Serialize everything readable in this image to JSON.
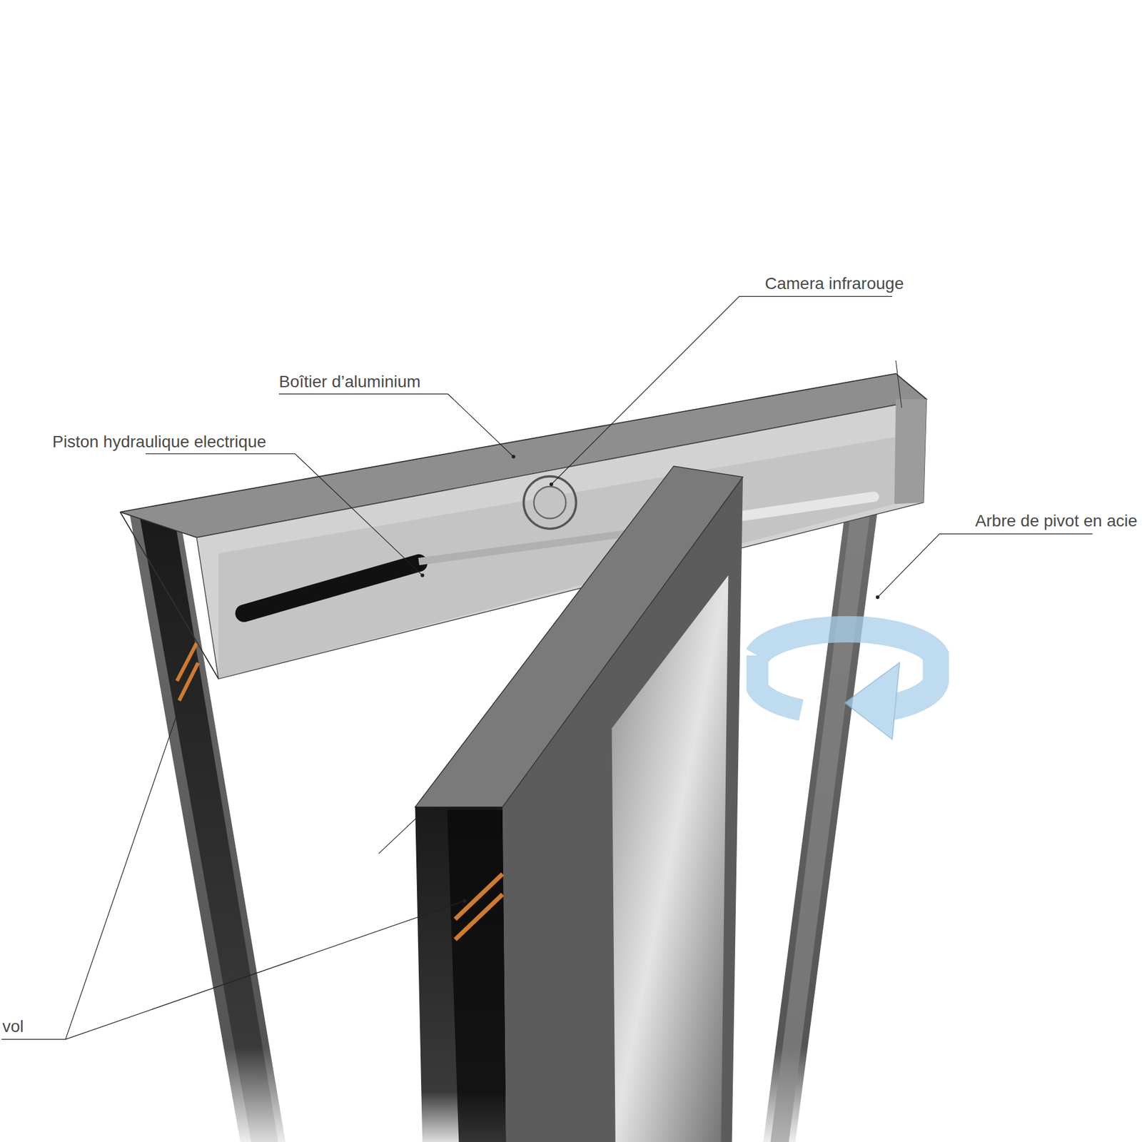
{
  "diagram": {
    "labels": [
      "Camera infrarouge",
      "Boîtier d’aluminium",
      "Piston hydraulique electrique",
      "Arbre de pivot en acie",
      "vol"
    ]
  }
}
